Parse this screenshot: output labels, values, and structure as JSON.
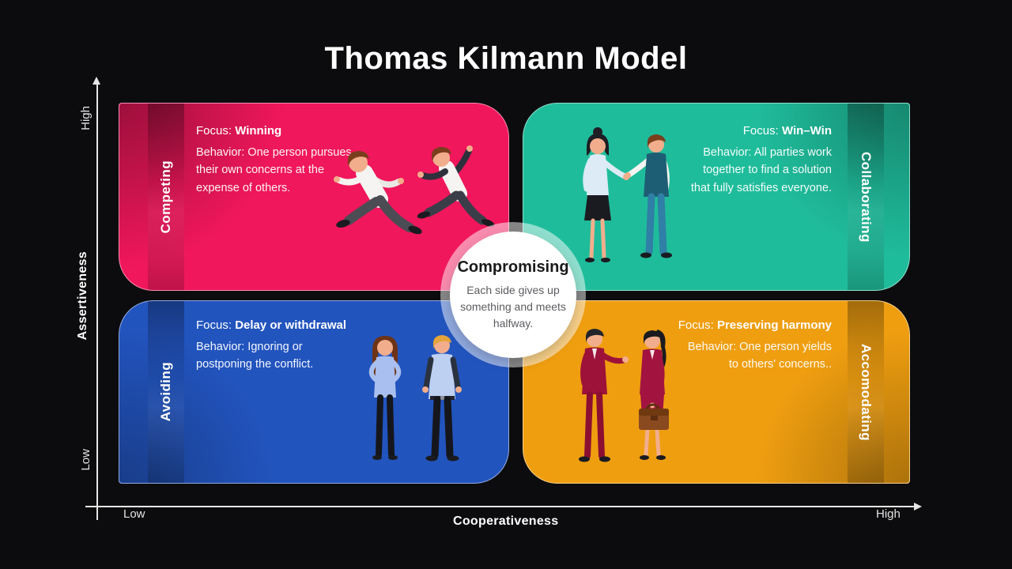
{
  "title": "Thomas Kilmann Model",
  "labels": {
    "focus_prefix": "Focus:"
  },
  "axes": {
    "y_label": "Assertiveness",
    "y_high": "High",
    "y_low": "Low",
    "x_label": "Cooperativeness",
    "x_low": "Low",
    "x_high": "High"
  },
  "quadrants": {
    "competing": {
      "name": "Competing",
      "focus": "Winning",
      "behavior": "Behavior: One person pursues\ntheir own concerns at the\nexpense of others.",
      "color": "#F0175C"
    },
    "collaborating": {
      "name": "Collaborating",
      "focus": "Win–Win",
      "behavior": "Behavior: All parties work\ntogether to find a solution\nthat fully satisfies everyone.",
      "color": "#1FBC9B"
    },
    "avoiding": {
      "name": "Avoiding",
      "focus": "Delay or withdrawal",
      "behavior": "Behavior: Ignoring or\npostponing the conflict.",
      "color": "#2254BE"
    },
    "accomodating": {
      "name": "Accomodating",
      "focus": "Preserving harmony",
      "behavior": "Behavior: One person yields\nto others' concerns..",
      "color": "#EF9E10"
    }
  },
  "center": {
    "title": "Compromising",
    "text": "Each side gives up\nsomething and meets\nhalfway."
  },
  "colors": {
    "background": "#0C0C0E",
    "axis": "#E6E6E6",
    "center_circle": "#FFFFFF",
    "center_text": "#5C5C60"
  }
}
